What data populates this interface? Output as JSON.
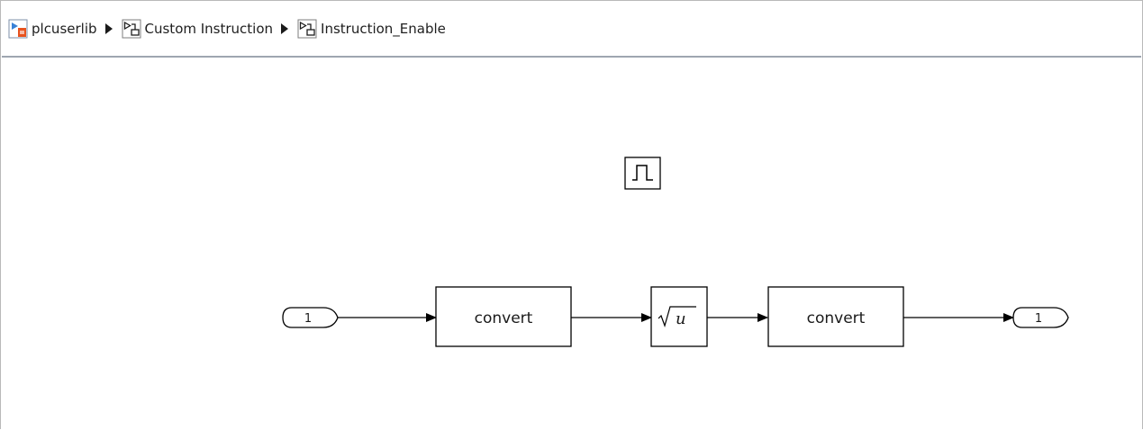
{
  "breadcrumb": {
    "items": [
      {
        "label": "plcuserlib",
        "icon": "model-library-icon"
      },
      {
        "label": "Custom Instruction",
        "icon": "subsystem-icon"
      },
      {
        "label": "Instruction_Enable",
        "icon": "subsystem-icon"
      }
    ],
    "separator_icon": "breadcrumb-arrow-icon"
  },
  "diagram": {
    "enable_block": {
      "icon": "enable-port-icon"
    },
    "inport": {
      "label": "1"
    },
    "convert_block_1": {
      "label": "convert"
    },
    "sqrt_block": {
      "icon": "sqrt-icon",
      "expression": "u"
    },
    "convert_block_2": {
      "label": "convert"
    },
    "outport": {
      "label": "1"
    }
  }
}
